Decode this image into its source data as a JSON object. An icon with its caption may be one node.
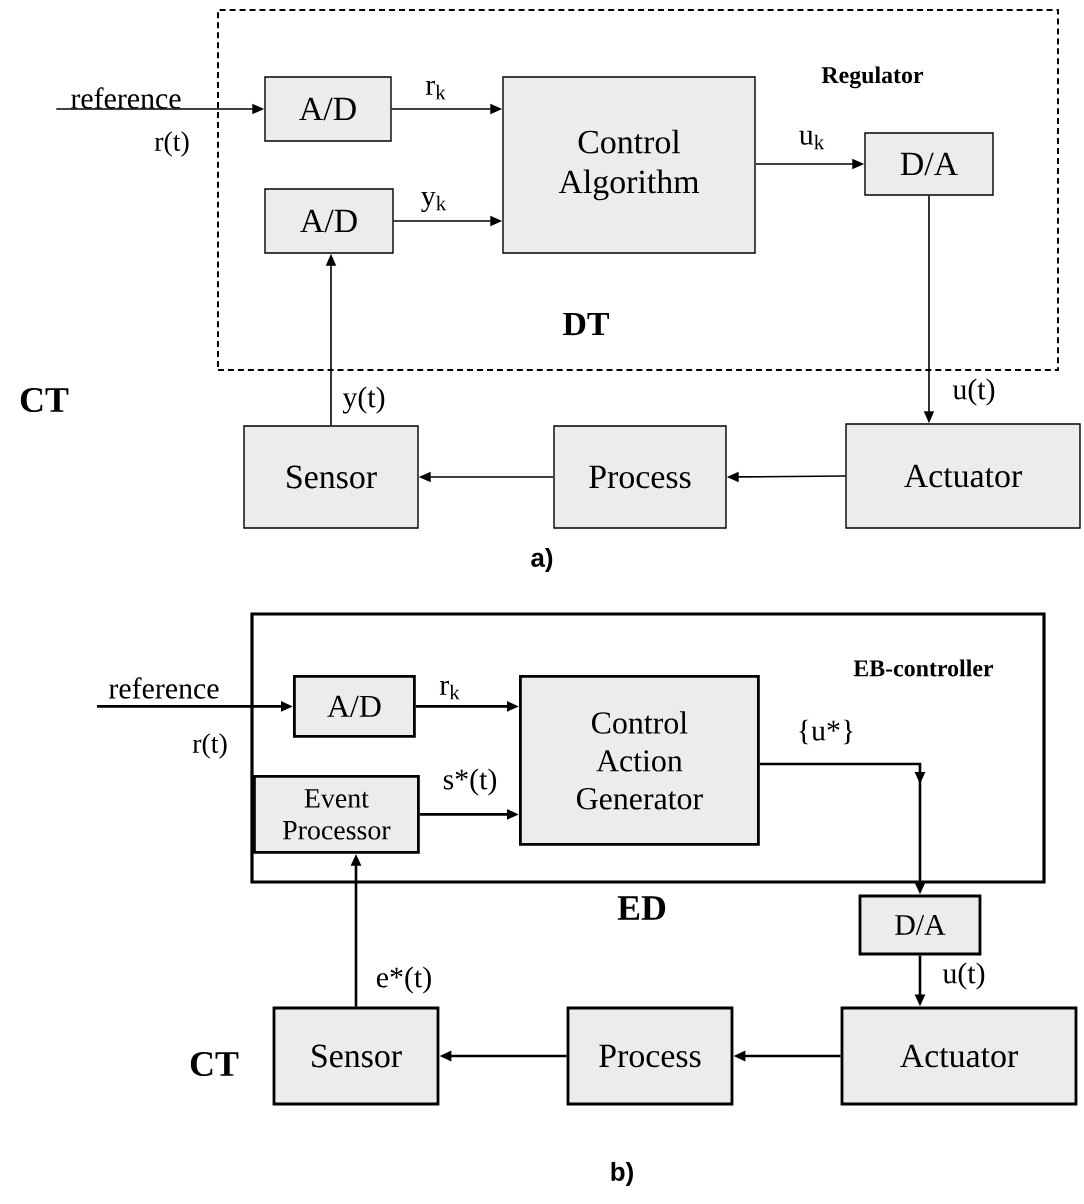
{
  "diagram": {
    "nodes": [
      {
        "text": [
          "Regulator",
          "DT"
        ]
      },
      {
        "text": [
          "A/D"
        ],
        "in": 0
      },
      {
        "text": [
          "A/D"
        ],
        "in": 0
      },
      {
        "text": [
          "Control Algorithm"
        ],
        "in": 0
      },
      {
        "text": [
          "D/A"
        ],
        "in": 0
      },
      {
        "text": [
          "Sensor"
        ]
      },
      {
        "text": [
          "Process"
        ]
      },
      {
        "text": [
          "Actuator"
        ]
      },
      {
        "text": [
          "EB-controller"
        ]
      },
      {
        "text": [
          "A/D"
        ],
        "in": 8
      },
      {
        "text": [
          "Event Processor"
        ],
        "in": 8
      },
      {
        "text": [
          "Control Action Generator"
        ],
        "in": 8
      },
      {
        "text": [
          "D/A"
        ]
      },
      {
        "text": [
          "Sensor"
        ]
      },
      {
        "text": [
          "Process"
        ]
      },
      {
        "text": [
          "Actuator"
        ]
      }
    ],
    "edges": [
      {
        "from": null,
        "to": 1,
        "arrow": "to",
        "label": "reference"
      },
      {
        "from": 1,
        "to": 3,
        "arrow": "to",
        "label": "r$_{k}$"
      },
      {
        "from": 2,
        "to": 3,
        "arrow": "to",
        "label": "y$_{k}$"
      },
      {
        "from": 3,
        "to": 4,
        "arrow": "to",
        "label": "u$_{k}$"
      },
      {
        "from": 4,
        "to": 7,
        "arrow": "to",
        "label": "u(t)"
      },
      {
        "from": 7,
        "to": 6,
        "arrow": "to"
      },
      {
        "from": 6,
        "to": 5,
        "arrow": "to"
      },
      {
        "from": 5,
        "to": 2,
        "arrow": "to",
        "label": "y(t)"
      },
      {
        "from": null,
        "to": 9,
        "arrow": "to",
        "label": "reference"
      },
      {
        "from": 9,
        "to": 11,
        "arrow": "to",
        "label": "r$_{k}$"
      },
      {
        "from": 10,
        "to": 11,
        "arrow": "to",
        "label": "s*(t)"
      },
      {
        "from": 11,
        "to": 12,
        "arrow": "to",
        "label": "{u*}"
      },
      {
        "from": 12,
        "to": 15,
        "arrow": "to",
        "label": "u(t)"
      },
      {
        "from": 15,
        "to": 14,
        "arrow": "to"
      },
      {
        "from": 14,
        "to": 13,
        "arrow": "to"
      },
      {
        "from": 13,
        "to": 10,
        "arrow": "to",
        "label": "e*(t)"
      }
    ],
    "labels": [
      "r(t)",
      "CT",
      "a)",
      "r(t)",
      "ED",
      "CT",
      "b)"
    ]
  }
}
